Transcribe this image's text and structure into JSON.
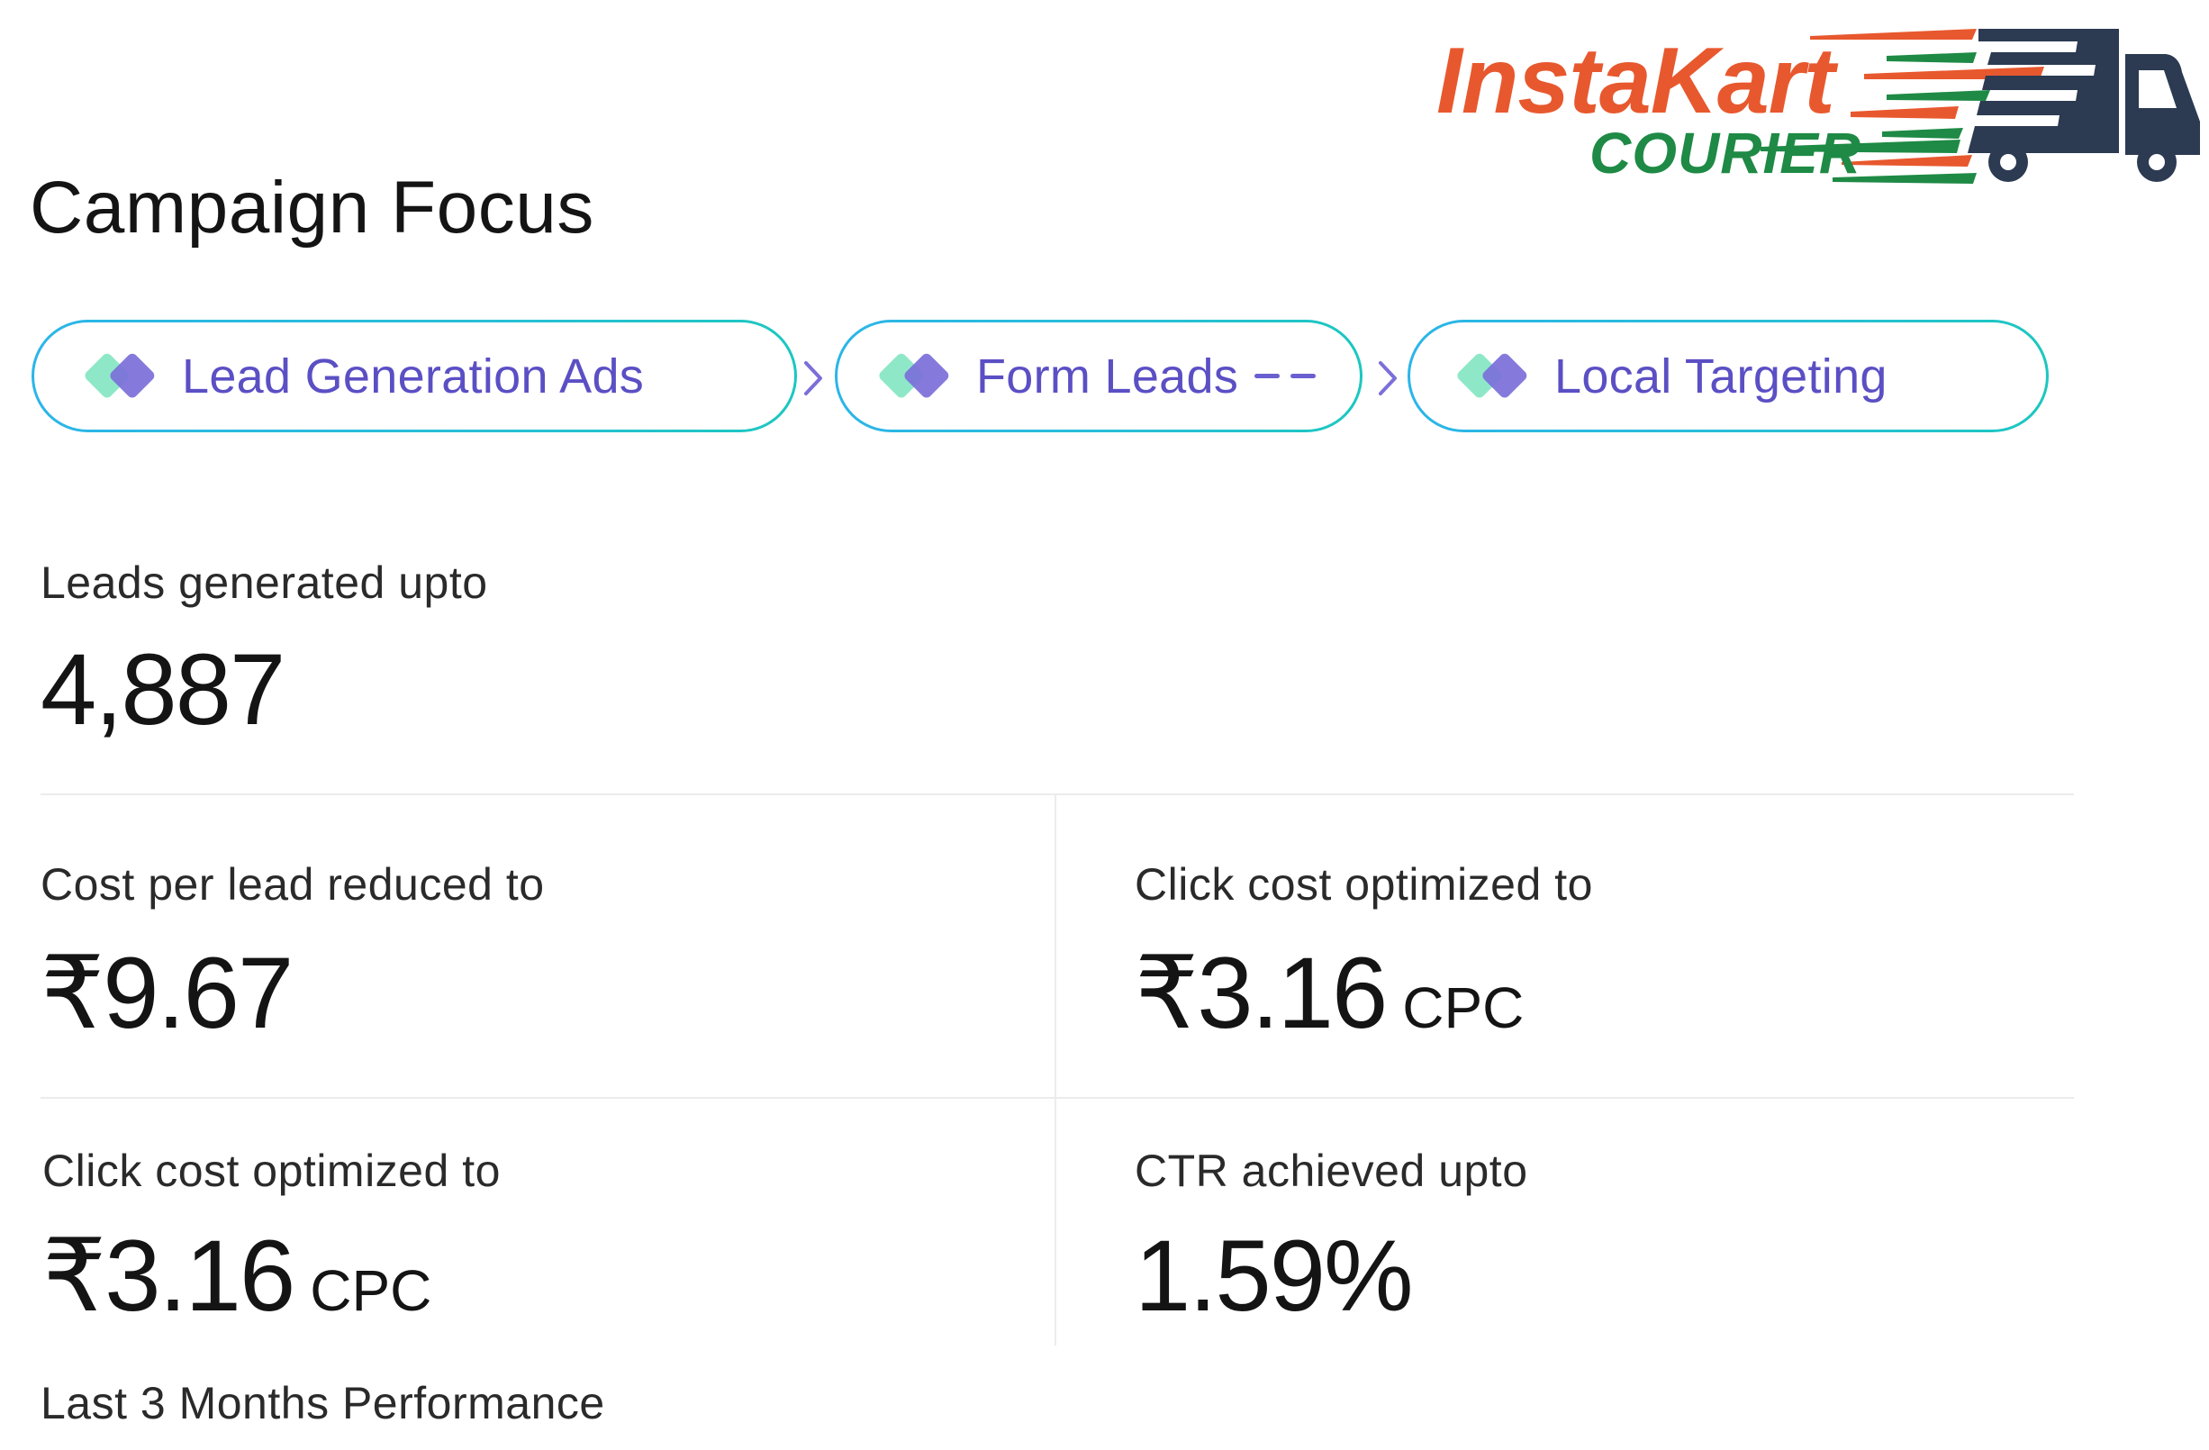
{
  "brand": {
    "name_main": "InstaKart",
    "name_sub": "COURIER",
    "colors": {
      "primary": "#E8582E",
      "secondary": "#1E8A45",
      "truck": "#2C3A52"
    }
  },
  "page": {
    "title": "Campaign Focus"
  },
  "focus_steps": [
    {
      "label": "Lead Generation Ads",
      "icon": "layers-diamond-icon"
    },
    {
      "label": "Form Leads",
      "icon": "layers-diamond-icon"
    },
    {
      "label": "Local Targeting",
      "icon": "layers-diamond-icon"
    }
  ],
  "colors": {
    "pill_border_start": "#2BB5E8",
    "pill_border_end": "#1CC7C0",
    "pill_text": "#5B4FC4",
    "icon_mint": "#8EE8C8",
    "icon_purple": "#7B6FD9"
  },
  "metrics": {
    "leads": {
      "label": "Leads generated upto",
      "value": "4,887"
    },
    "cpl": {
      "label": "Cost per lead reduced to",
      "value": "₹9.67"
    },
    "cpc_1": {
      "label": "Click cost optimized to",
      "value": "₹3.16",
      "unit": "CPC"
    },
    "cpc_2": {
      "label": "Click cost optimized to",
      "value": "₹3.16",
      "unit": "CPC"
    },
    "ctr": {
      "label": "CTR achieved upto",
      "value": "1.59%"
    }
  },
  "footer": {
    "section_title": "Last 3 Months Performance"
  }
}
